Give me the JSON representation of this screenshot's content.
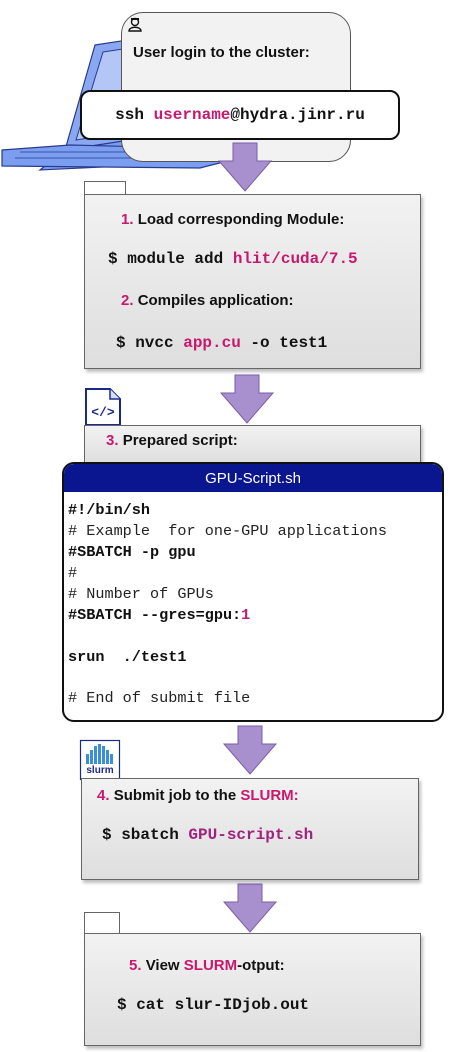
{
  "login": {
    "title": "User login to the cluster:",
    "ssh_prefix": "ssh ",
    "ssh_user": "username",
    "ssh_host": "@hydra.jinr.ru"
  },
  "steps": [
    {
      "number": "1.",
      "label": "Load corresponding Module:",
      "cmd_prefix": "$ module add ",
      "cmd_arg": "hlit/cuda/7.5"
    },
    {
      "number": "2.",
      "label": "Compiles application:",
      "cmd_prefix": "$ nvcc ",
      "cmd_arg": "app.cu",
      "cmd_suffix": " -o test1"
    },
    {
      "number": "3.",
      "label": "Prepared script:"
    },
    {
      "number": "4.",
      "label_prefix": "Submit job to the ",
      "label_highlight": "SLURM:",
      "cmd_prefix": "$ sbatch ",
      "cmd_arg": "GPU-script.sh"
    },
    {
      "number": "5.",
      "label_prefix": "View ",
      "label_highlight": "SLURM",
      "label_suffix": "-otput:",
      "cmd": "$ cat slur-IDjob.out"
    }
  ],
  "script": {
    "title": "GPU-Script.sh",
    "lines": [
      "#!/bin/sh",
      "# Example  for one-GPU applications",
      "#SBATCH -p gpu",
      "#",
      "# Number of GPUs",
      "#SBATCH --gres=gpu:",
      "srun  ./test1",
      "# End of submit file"
    ],
    "gpu_count": "1"
  },
  "icons": {
    "user": "user-icon",
    "laptop": "laptop-icon",
    "code": "code-file-icon",
    "slurm": "slurm-logo-icon",
    "slurm_logo_text": "slurm",
    "arrow": "down-arrow-icon"
  },
  "colors": {
    "highlight": "#c8186e",
    "accent_purple": "#a0227e",
    "arrow_fill": "#a88fcd",
    "script_header": "#0a1690",
    "laptop": "#7b9ef0"
  }
}
